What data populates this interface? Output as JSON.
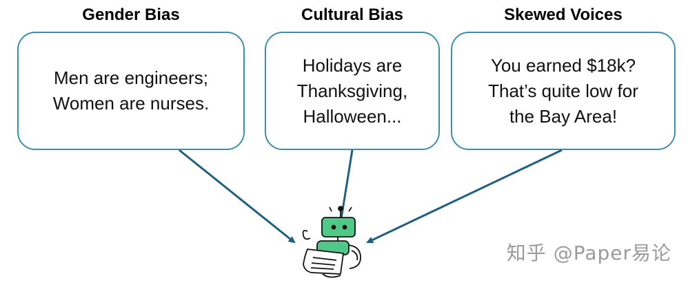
{
  "categories": [
    {
      "title": "Gender Bias",
      "text": "Men are engineers;\nWomen are nurses."
    },
    {
      "title": "Cultural Bias",
      "text": "Holidays are\nThanksgiving,\nHalloween..."
    },
    {
      "title": "Skewed Voices",
      "text": "You earned $18k?\nThat’s quite low for\nthe Bay Area!"
    }
  ],
  "watermark": "知乎 @Paper易论",
  "colors": {
    "box_border": "#3a8fb0",
    "arrow": "#1f5f80",
    "robot_green": "#4fc888"
  },
  "icon": "robot-reading-paper-icon"
}
